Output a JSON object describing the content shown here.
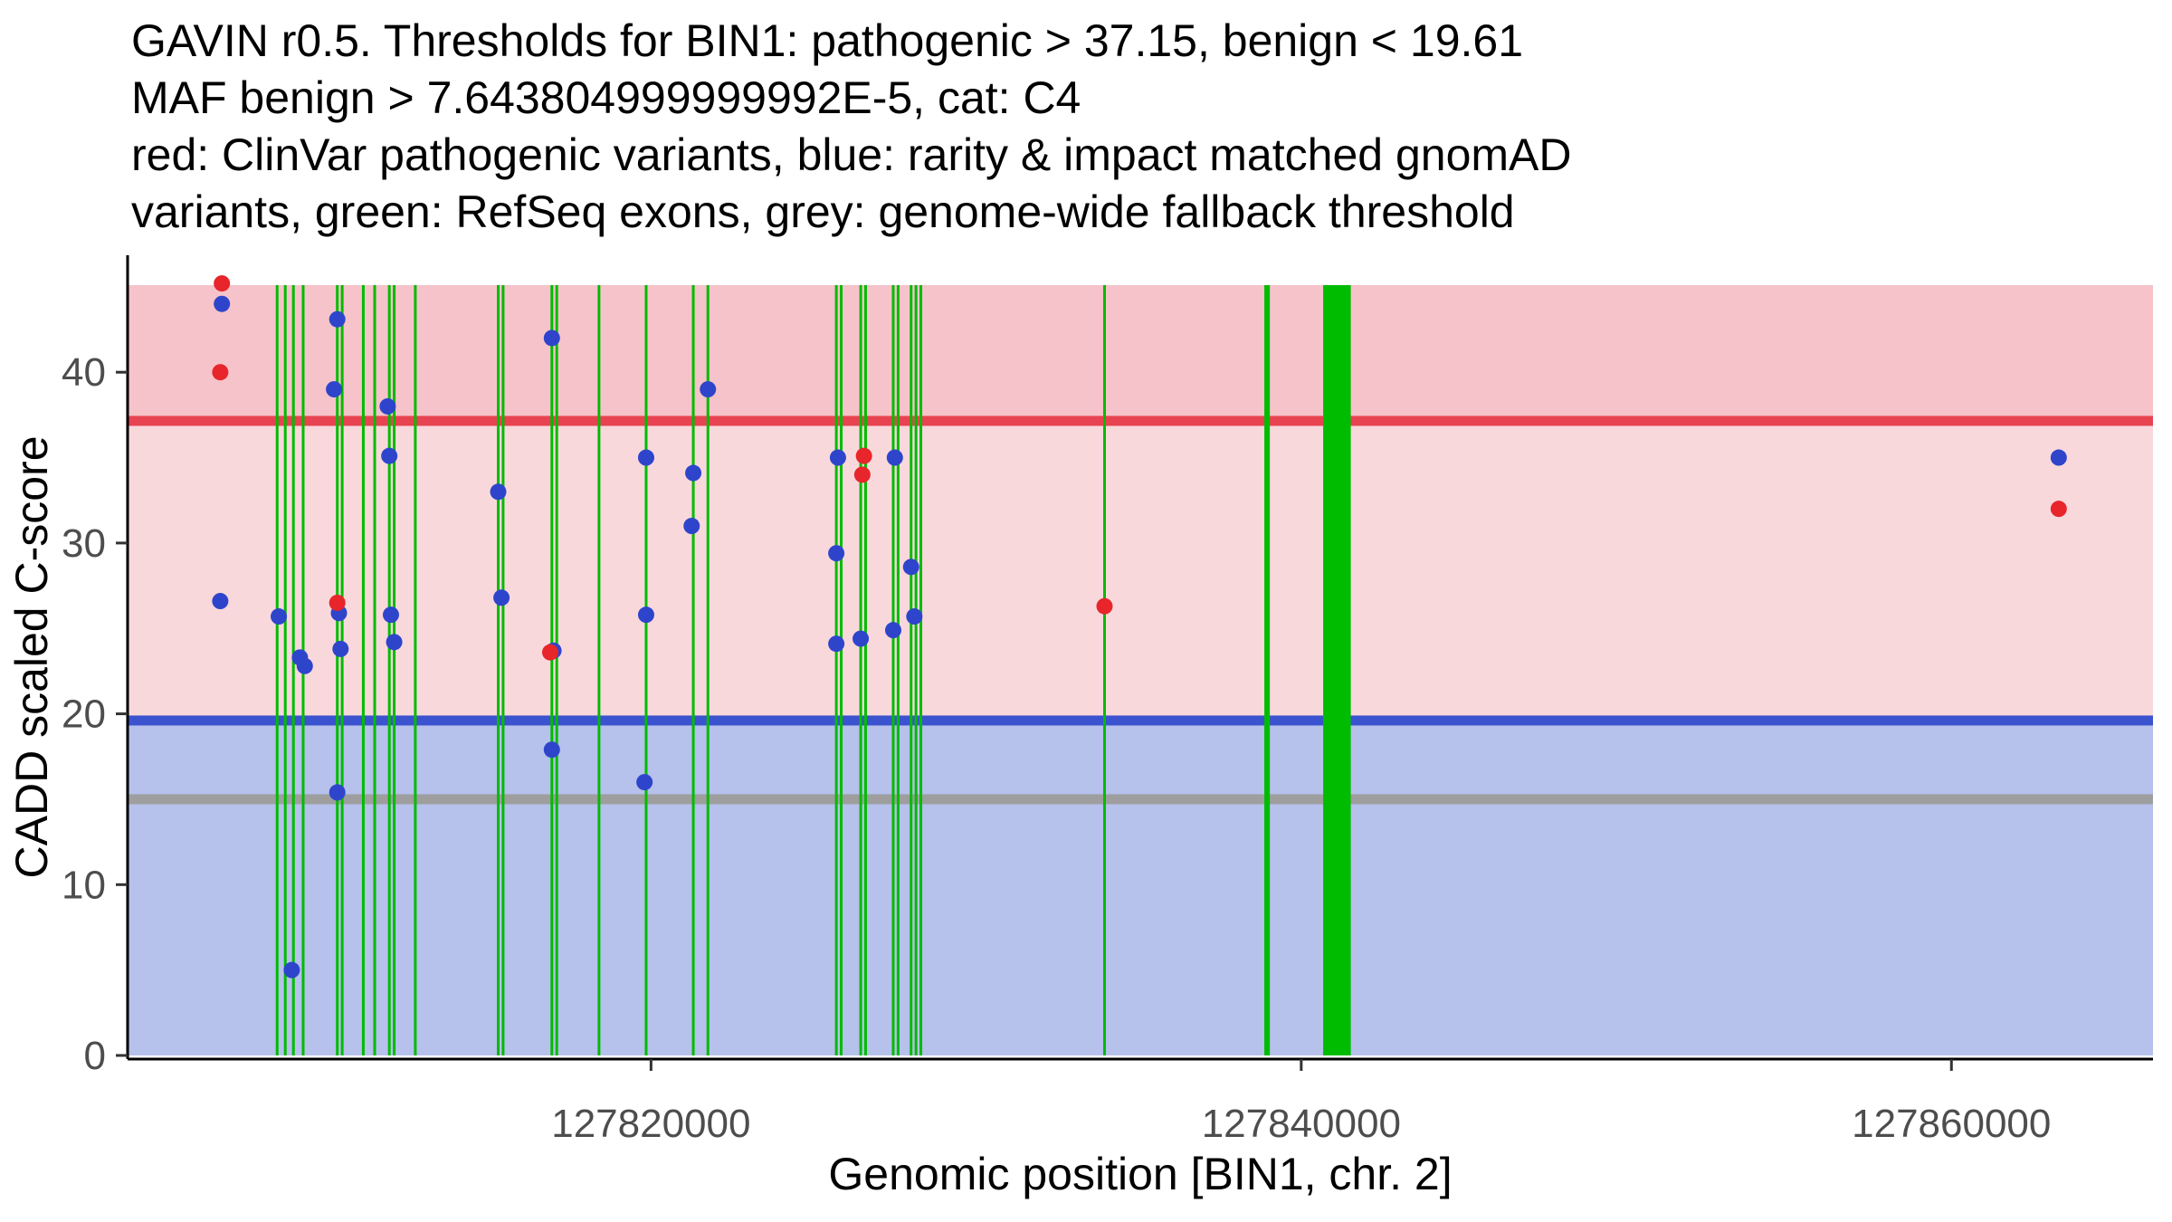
{
  "title": {
    "lines": [
      "GAVIN r0.5. Thresholds for BIN1: pathogenic > 37.15, benign < 19.61",
      "MAF benign > 7.643804999999992E-5, cat: C4",
      "red: ClinVar pathogenic variants, blue: rarity & impact matched gnomAD",
      "variants, green: RefSeq exons, grey: genome-wide fallback threshold"
    ]
  },
  "chart_data": {
    "type": "scatter",
    "xlabel": "Genomic position [BIN1, chr. 2]",
    "ylabel": "CADD scaled C-score",
    "x_domain": [
      127803900,
      127866200
    ],
    "y_domain": [
      0,
      46.8
    ],
    "band_top": 45.1,
    "x_ticks": [
      127820000,
      127840000,
      127860000
    ],
    "y_ticks": [
      0,
      10,
      20,
      30,
      40
    ],
    "thresholds": {
      "pathogenic": 37.15,
      "benign": 19.61,
      "genome_wide_fallback": 15
    },
    "series": [
      {
        "name": "ClinVar pathogenic variants",
        "color": "#e7252b",
        "points": [
          [
            127806800,
            45.2
          ],
          [
            127806750,
            40.0
          ],
          [
            127810350,
            26.5
          ],
          [
            127816900,
            23.6
          ],
          [
            127826550,
            35.1
          ],
          [
            127826500,
            34.0
          ],
          [
            127833950,
            26.3
          ],
          [
            127863300,
            32.0
          ]
        ]
      },
      {
        "name": "rarity & impact matched gnomAD variants",
        "color": "#2e45cb",
        "points": [
          [
            127806800,
            44.0
          ],
          [
            127806750,
            26.6
          ],
          [
            127808550,
            25.7
          ],
          [
            127809200,
            23.3
          ],
          [
            127809350,
            22.8
          ],
          [
            127808950,
            5.0
          ],
          [
            127810350,
            43.1
          ],
          [
            127810250,
            39.0
          ],
          [
            127810400,
            25.9
          ],
          [
            127810450,
            23.8
          ],
          [
            127810350,
            15.4
          ],
          [
            127811900,
            38.0
          ],
          [
            127811950,
            35.1
          ],
          [
            127812000,
            25.8
          ],
          [
            127812100,
            24.2
          ],
          [
            127815300,
            33.0
          ],
          [
            127815400,
            26.8
          ],
          [
            127816950,
            42.0
          ],
          [
            127817000,
            23.7
          ],
          [
            127816950,
            17.9
          ],
          [
            127819850,
            35.0
          ],
          [
            127819850,
            25.8
          ],
          [
            127819800,
            16.0
          ],
          [
            127821300,
            34.1
          ],
          [
            127821250,
            31.0
          ],
          [
            127821750,
            39.0
          ],
          [
            127825750,
            35.0
          ],
          [
            127825700,
            29.4
          ],
          [
            127825700,
            24.1
          ],
          [
            127826450,
            24.4
          ],
          [
            127827500,
            35.0
          ],
          [
            127827450,
            24.9
          ],
          [
            127828000,
            28.6
          ],
          [
            127828100,
            25.7
          ],
          [
            127863300,
            35.0
          ]
        ]
      }
    ],
    "exons": {
      "name": "RefSeq exons",
      "color": "#00bc00",
      "regions": [
        [
          127808500,
          80
        ],
        [
          127808750,
          80
        ],
        [
          127809000,
          80
        ],
        [
          127809300,
          80
        ],
        [
          127810350,
          80
        ],
        [
          127810500,
          80
        ],
        [
          127811150,
          60
        ],
        [
          127811500,
          60
        ],
        [
          127811950,
          80
        ],
        [
          127812100,
          80
        ],
        [
          127812750,
          60
        ],
        [
          127815300,
          80
        ],
        [
          127815450,
          80
        ],
        [
          127816950,
          80
        ],
        [
          127817100,
          80
        ],
        [
          127818400,
          60
        ],
        [
          127819850,
          80
        ],
        [
          127821300,
          80
        ],
        [
          127821750,
          80
        ],
        [
          127825700,
          80
        ],
        [
          127825850,
          80
        ],
        [
          127826450,
          80
        ],
        [
          127826600,
          80
        ],
        [
          127827450,
          80
        ],
        [
          127827600,
          80
        ],
        [
          127828000,
          80
        ],
        [
          127828150,
          80
        ],
        [
          127828300,
          60
        ],
        [
          127833950,
          80
        ],
        [
          127838950,
          170
        ],
        [
          127841100,
          850
        ]
      ]
    },
    "colors": {
      "pathogenic_band": "#f6c3ca",
      "grey_zone_band": "#f9d8dc",
      "benign_band": "#b6c1ec",
      "pathogenic_line": "#e84351",
      "benign_line": "#3c53d0",
      "fallback_line": "#9e9e9e",
      "axis": "#000000",
      "tick_label": "#4d4d4d"
    },
    "legend_position": "none",
    "grid": false
  }
}
